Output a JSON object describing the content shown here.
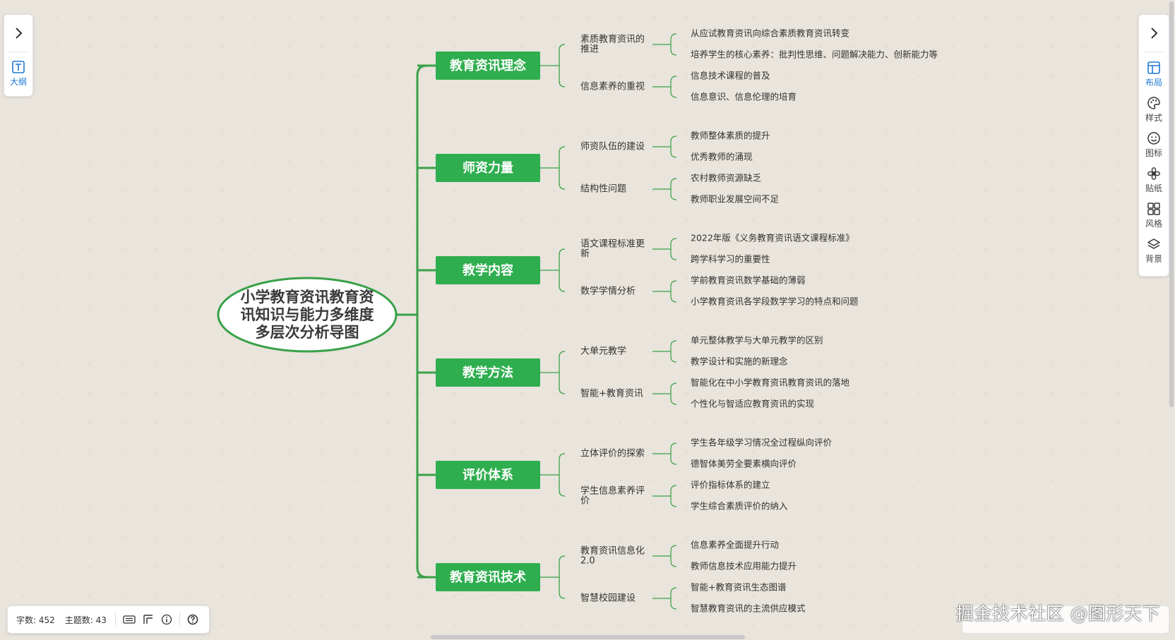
{
  "left_panel": {
    "expand_icon": "chevron-right-icon",
    "outline_label": "大纲",
    "outline_icon": "outline-t-icon"
  },
  "right_panel": {
    "expand_icon": "chevron-right-icon",
    "tools": [
      {
        "label": "布局",
        "icon": "layout-icon",
        "active": true
      },
      {
        "label": "样式",
        "icon": "palette-icon",
        "active": false
      },
      {
        "label": "图标",
        "icon": "smiley-icon",
        "active": false
      },
      {
        "label": "贴纸",
        "icon": "sticker-flower-icon",
        "active": false
      },
      {
        "label": "风格",
        "icon": "grid-style-icon",
        "active": false
      },
      {
        "label": "背景",
        "icon": "layers-icon",
        "active": false
      }
    ]
  },
  "status_bar": {
    "word_count": "字数: 452",
    "topic_count": "主题数: 43",
    "icons": [
      "keyboard-icon",
      "structure-icon",
      "info-icon",
      "help-icon"
    ]
  },
  "watermark": "掘金技术社区 @图形天下",
  "colors": {
    "accent": "#35a853",
    "branch_line": "#38a148",
    "branch_fill": "#2fae4f",
    "text": "#333333",
    "background": "#e9e4dc"
  },
  "mindmap": {
    "root": "小学教育资讯教育资讯知识与能力多维度多层次分析导图",
    "root_lines": [
      "小学教育资讯教育资",
      "讯知识与能力多维度",
      "多层次分析导图"
    ],
    "branches": [
      {
        "title": "教育资讯理念",
        "subtopics": [
          {
            "lines": [
              "素质教育资讯的",
              "推进"
            ],
            "leaves": [
              "从应试教育资讯向综合素质教育资讯转变",
              "培养学生的核心素养：批判性思维、问题解决能力、创新能力等"
            ]
          },
          {
            "lines": [
              "信息素养的重视"
            ],
            "leaves": [
              "信息技术课程的普及",
              "信息意识、信息伦理的培育"
            ]
          }
        ]
      },
      {
        "title": "师资力量",
        "subtopics": [
          {
            "lines": [
              "师资队伍的建设"
            ],
            "leaves": [
              "教师整体素质的提升",
              "优秀教师的涌现"
            ]
          },
          {
            "lines": [
              "结构性问题"
            ],
            "leaves": [
              "农村教师资源缺乏",
              "教师职业发展空间不足"
            ]
          }
        ]
      },
      {
        "title": "教学内容",
        "subtopics": [
          {
            "lines": [
              "语文课程标准更",
              "新"
            ],
            "leaves": [
              "2022年版《义务教育资讯语文课程标准》",
              "跨学科学习的重要性"
            ]
          },
          {
            "lines": [
              "数学学情分析"
            ],
            "leaves": [
              "学前教育资讯数学基础的薄弱",
              "小学教育资讯各学段数学学习的特点和问题"
            ]
          }
        ]
      },
      {
        "title": "教学方法",
        "subtopics": [
          {
            "lines": [
              "大单元教学"
            ],
            "leaves": [
              "单元整体教学与大单元教学的区别",
              "教学设计和实施的新理念"
            ]
          },
          {
            "lines": [
              "智能+教育资讯"
            ],
            "leaves": [
              "智能化在中小学教育资讯教育资讯的落地",
              "个性化与智适应教育资讯的实现"
            ]
          }
        ]
      },
      {
        "title": "评价体系",
        "subtopics": [
          {
            "lines": [
              "立体评价的探索"
            ],
            "leaves": [
              "学生各年级学习情况全过程纵向评价",
              "德智体美劳全要素横向评价"
            ]
          },
          {
            "lines": [
              "学生信息素养评",
              "价"
            ],
            "leaves": [
              "评价指标体系的建立",
              "学生综合素质评价的纳入"
            ]
          }
        ]
      },
      {
        "title": "教育资讯技术",
        "subtopics": [
          {
            "lines": [
              "教育资讯信息化",
              "2.0"
            ],
            "leaves": [
              "信息素养全面提升行动",
              "教师信息技术应用能力提升"
            ]
          },
          {
            "lines": [
              "智慧校园建设"
            ],
            "leaves": [
              "智能+教育资讯生态图谱",
              "智慧教育资讯的主流供应模式"
            ]
          }
        ]
      }
    ]
  }
}
